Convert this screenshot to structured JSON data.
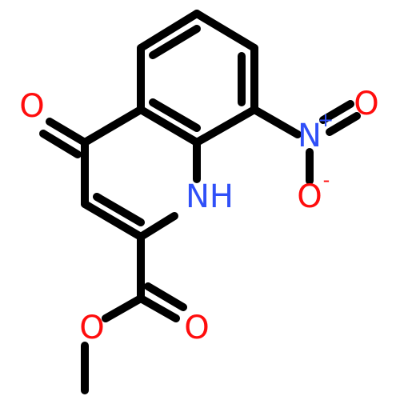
{
  "molecule": {
    "atoms": {
      "carbonyl_oxygen": {
        "symbol": "O",
        "color": "#ff0d0d"
      },
      "ring_nitrogen": {
        "symbol": "NH",
        "color": "#3050f8"
      },
      "nitro_nitrogen": {
        "symbol": "N",
        "charge": "+",
        "color": "#3050f8"
      },
      "nitro_oxygen_double": {
        "symbol": "O",
        "color": "#ff0d0d"
      },
      "nitro_oxygen_single": {
        "symbol": "O",
        "charge": "-",
        "color": "#ff0d0d"
      },
      "ester_oxygen_single": {
        "symbol": "O",
        "color": "#ff0d0d"
      },
      "ester_oxygen_double": {
        "symbol": "O",
        "color": "#ff0d0d"
      }
    },
    "bond_color": "#000000"
  }
}
